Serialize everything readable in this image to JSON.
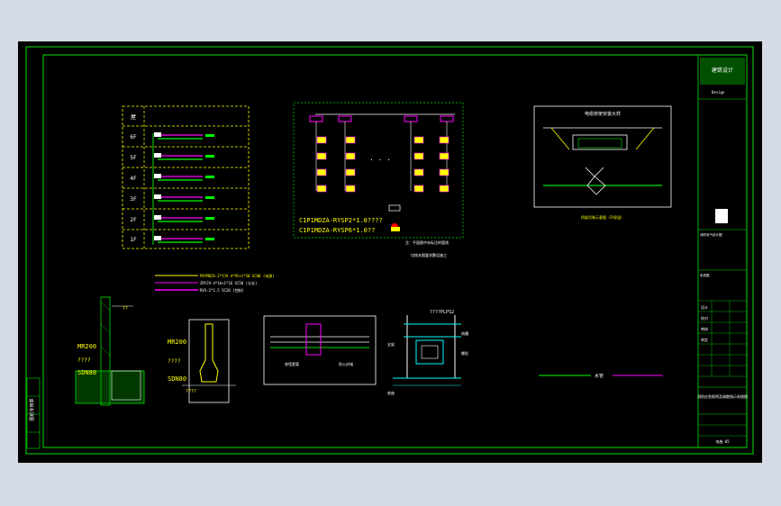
{
  "drawing": {
    "frame_color": "#00e000",
    "background": "#000000",
    "riser": {
      "rows": [
        "屋",
        "6F",
        "5F",
        "4F",
        "3F",
        "2F",
        "1F"
      ],
      "legend": [
        "PRYMDZA-2*YJV-4*95+1*50 SC80 (电源)",
        "ZRYJV-4*16+1*16 SC50 (分支)",
        "RVS-2*1.5 SC20 (控制)"
      ]
    },
    "system": {
      "line1": "C1P1MDZA-RYSP2*1.0????",
      "line2": "C1P1MDZA-RYSP6*1.0??",
      "dots": ". . .",
      "note1": "注：平面图中未标注的管线",
      "note2": "均按本图要求敷设施工"
    },
    "detail_top": {
      "title": "电缆桥架安装大样",
      "caption": "桥架吊装示意图（不保温）"
    },
    "wall1": {
      "mr": "MR200",
      "q": "????",
      "sd": "SDN80",
      "qq": "??"
    },
    "wall2": {
      "mr": "MR200",
      "q": "????",
      "sd": "SDN80",
      "qq": "????"
    },
    "wall3": {
      "label1": "穿墙套管",
      "label2": "防火封堵"
    },
    "bracket": {
      "title": "????PLPS2",
      "labels": [
        "支架",
        "线槽",
        "螺栓",
        "底座"
      ]
    },
    "legend_line": "水管",
    "title_block": {
      "logo": "建筑设计",
      "sub": "Design",
      "project": "消防电气设计图",
      "sheet": "系统图",
      "drawing_name": "消防应急照明及疏散指示系统图",
      "no": "电施-05",
      "rows": [
        "设计",
        "校对",
        "审核",
        "审定"
      ]
    },
    "left_strip": "图纸专用章"
  }
}
